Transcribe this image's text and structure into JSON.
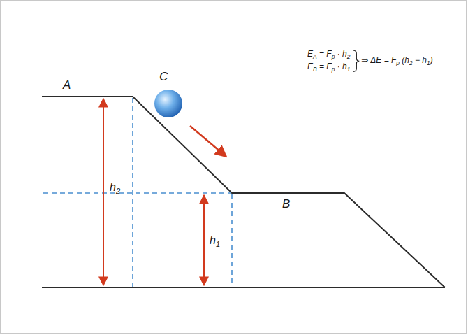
{
  "diagram": {
    "labels": [
      "A",
      "B",
      "C",
      "h",
      "2",
      "h",
      "1",
      "E",
      "A",
      " = F",
      "p",
      " · h",
      "2",
      "E",
      "B",
      " = F",
      "p",
      " · h",
      "1",
      "⇒ ΔE = F",
      "p",
      " (h",
      "2",
      " − h",
      "1",
      ")"
    ]
  }
}
